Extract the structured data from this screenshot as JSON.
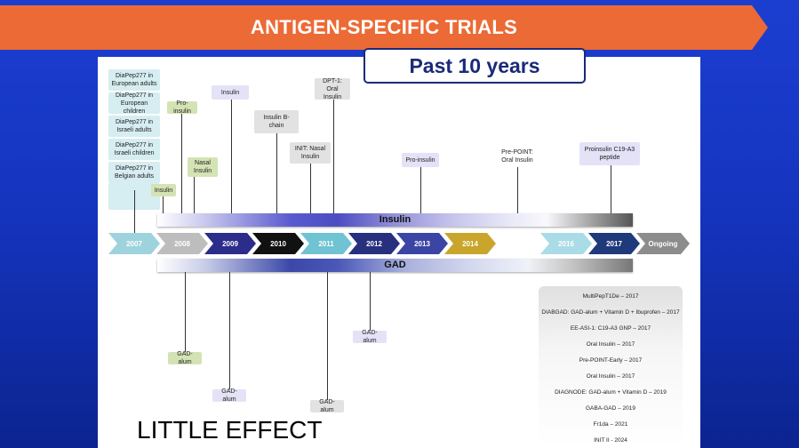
{
  "header": {
    "title": "ANTIGEN-SPECIFIC TRIALS",
    "subtitle": "Past 10 years"
  },
  "diapep": [
    "DiaPep277 in European adults",
    "DiaPep277 in European children",
    "DiaPep277 in Israeli adults",
    "DiaPep277 in Israeli children",
    "DiaPep277 in Belgian adults"
  ],
  "insulin_trials": {
    "insulin_early": "Insulin",
    "pro_insulin_green": "Pro-insulin",
    "nasal_insulin": "Nasal Insulin",
    "insulin_2009": "Insulin",
    "insulin_b_chain": "Insulin B-chain",
    "dpt1": "DPT-1: Oral Insulin",
    "init": "INIT: Nasal Insulin",
    "pro_insulin_2013": "Pro-insulin",
    "pre_point": "Pre-POINT: Oral Insulin",
    "proinsulin_c19": "Proinsulin C19-A3 peptide"
  },
  "bars": {
    "insulin": "Insulin",
    "gad": "GAD"
  },
  "timeline": [
    {
      "label": "2007",
      "color": "#9ed3de"
    },
    {
      "label": "2008",
      "color": "#bdbdbd"
    },
    {
      "label": "2009",
      "color": "#2c2c8a"
    },
    {
      "label": "2010",
      "color": "#111111"
    },
    {
      "label": "2011",
      "color": "#6fc3d3"
    },
    {
      "label": "2012",
      "color": "#26307e"
    },
    {
      "label": "2013",
      "color": "#3b45a5"
    },
    {
      "label": "2014",
      "color": "#c9a52c"
    },
    {
      "label": "",
      "color": "#ffffff"
    },
    {
      "label": "2016",
      "color": "#a9dce6"
    },
    {
      "label": "2017",
      "color": "#1f3a7a"
    },
    {
      "label": "Ongoing",
      "color": "#8c8c8c"
    }
  ],
  "gad_trials": {
    "gad_alum_2008": "GAD-alum",
    "gad_alum_2009": "GAD-alum",
    "gad_alum_2011": "GAD-alum",
    "gad_alum_2012": "GAD-alum"
  },
  "ongoing": [
    "MultiPepT1De – 2017",
    "DIABGAD: GAD-alum + Vitamin D + Ibuprofen – 2017",
    "EE-ASI-1: C19-A3 GNP – 2017",
    "Oral Insulin – 2017",
    "Pre-POINT-Early – 2017",
    "Oral Insulin – 2017",
    "DIAGNODE: GAD-alum + Vitamin D – 2019",
    "GABA-GAD – 2019",
    "Fr1da – 2021",
    "INIT II - 2024"
  ],
  "conclusion": "LITTLE EFFECT"
}
